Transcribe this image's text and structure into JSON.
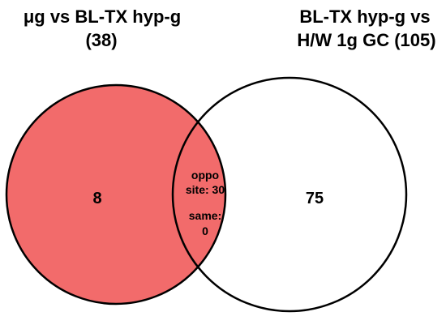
{
  "venn": {
    "set_a": {
      "title_line1": "μg vs BL-TX hyp-g",
      "title_line2": "(38)",
      "only_count": "8",
      "fill": "#F26B6B"
    },
    "set_b": {
      "title_line1": "BL-TX hyp-g vs",
      "title_line2": "H/W 1g GC (105)",
      "only_count": "75",
      "fill": "#FFFFFF"
    },
    "overlap": {
      "line1": "oppo",
      "line2": "site: 30",
      "line3": "same:",
      "line4": "0"
    },
    "stroke": "#000000"
  }
}
